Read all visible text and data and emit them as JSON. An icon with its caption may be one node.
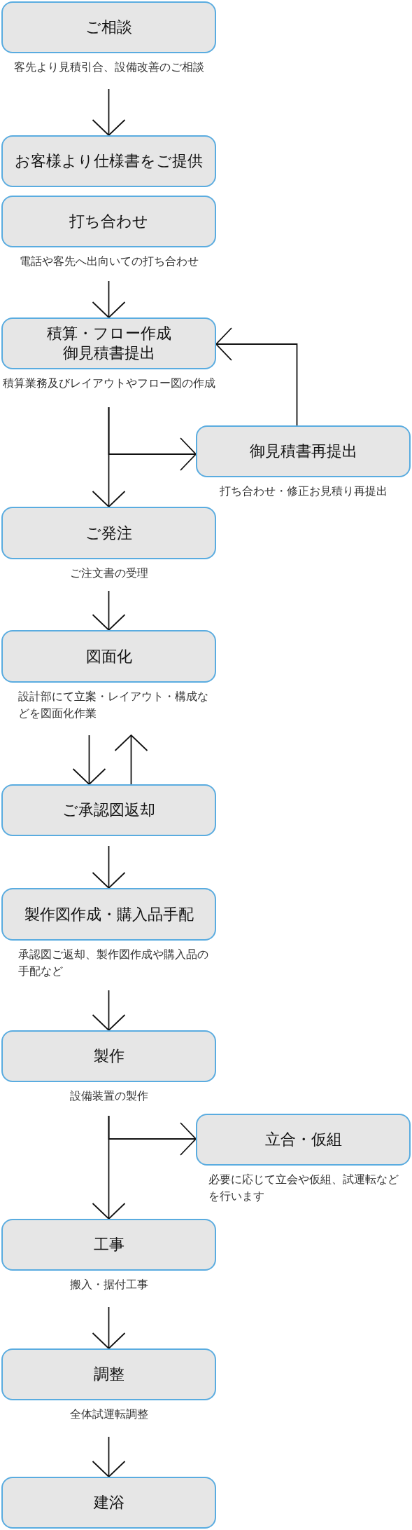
{
  "diagram": {
    "nodes": [
      {
        "text": [
          "ご相談"
        ],
        "beside": [
          "客先より見積引合、設備改善のご相談"
        ]
      },
      {
        "text": [
          "お客様より仕様書をご提供"
        ]
      },
      {
        "text": [
          "打ち合わせ"
        ],
        "beside": [
          "電話や客先へ出向いての打ち合わせ"
        ]
      },
      {
        "text": [
          "積算・フロー作成御見積書提出"
        ],
        "beside": [
          "積算業務及びレイアウトやフロー図の作成"
        ]
      },
      {
        "text": [
          "御見積書再提出"
        ],
        "beside": [
          "打ち合わせ・修正お見積り再提出"
        ]
      },
      {
        "text": [
          "ご発注"
        ],
        "beside": [
          "ご注文書の受理"
        ]
      },
      {
        "text": [
          "図面化"
        ],
        "beside": [
          "設計部にて立案・レイアウト・構成などを図面化作業"
        ]
      },
      {
        "text": [
          "ご承認図返却"
        ]
      },
      {
        "text": [
          "製作図作成・購入品手配"
        ],
        "beside": [
          "承認図ご返却、製作図作成や購入品の手配など"
        ]
      },
      {
        "text": [
          "製作"
        ],
        "beside": [
          "設備装置の製作"
        ]
      },
      {
        "text": [
          "立合・仮組"
        ],
        "beside": [
          "必要に応じて立会や仮組、試運転などを行います"
        ]
      },
      {
        "text": [
          "工事"
        ],
        "beside": [
          "搬入・据付工事"
        ]
      },
      {
        "text": [
          "調整"
        ],
        "beside": [
          "全体試運転調整"
        ]
      },
      {
        "text": [
          "建浴"
        ]
      }
    ],
    "edges": [
      {
        "from": 0,
        "to": 1,
        "arrow": "to"
      },
      {
        "from": 2,
        "to": 3,
        "arrow": "to"
      },
      {
        "from": 3,
        "to": 5,
        "arrow": "to"
      },
      {
        "from": 3,
        "to": 4,
        "arrow": "to"
      },
      {
        "from": 4,
        "to": 3,
        "arrow": "to"
      },
      {
        "from": 5,
        "to": 6,
        "arrow": "to"
      },
      {
        "from": 6,
        "to": 7,
        "arrow": "to"
      },
      {
        "from": 7,
        "to": 6,
        "arrow": "to"
      },
      {
        "from": 7,
        "to": 8,
        "arrow": "to"
      },
      {
        "from": 8,
        "to": 9,
        "arrow": "to"
      },
      {
        "from": 9,
        "to": 11,
        "arrow": "to"
      },
      {
        "from": 9,
        "to": 10,
        "arrow": "to"
      },
      {
        "from": 11,
        "to": 12,
        "arrow": "to"
      },
      {
        "from": 12,
        "to": 13,
        "arrow": "to"
      }
    ]
  }
}
